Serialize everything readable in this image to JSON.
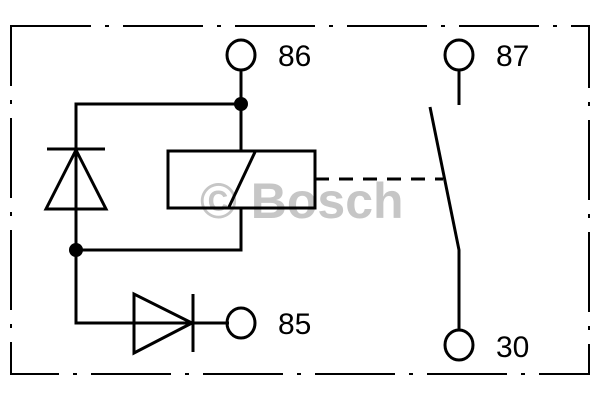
{
  "diagram": {
    "type": "relay-schematic",
    "terminals": [
      {
        "id": "86",
        "label": "86"
      },
      {
        "id": "87",
        "label": "87"
      },
      {
        "id": "85",
        "label": "85"
      },
      {
        "id": "30",
        "label": "30"
      }
    ],
    "watermark": "© Bosch"
  }
}
